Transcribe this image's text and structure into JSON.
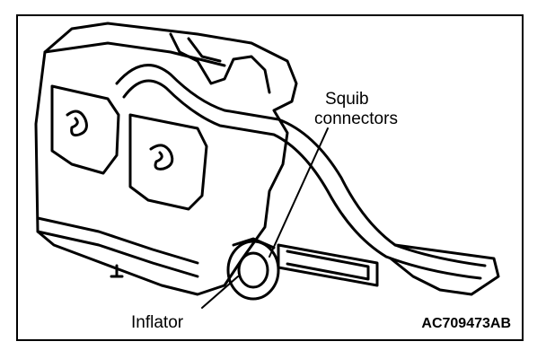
{
  "labels": {
    "squib_line1": "Squib",
    "squib_line2": "connectors",
    "inflator": "Inflator"
  },
  "figure_code": "AC709473AB",
  "colors": {
    "line": "#000000",
    "background": "#ffffff"
  }
}
